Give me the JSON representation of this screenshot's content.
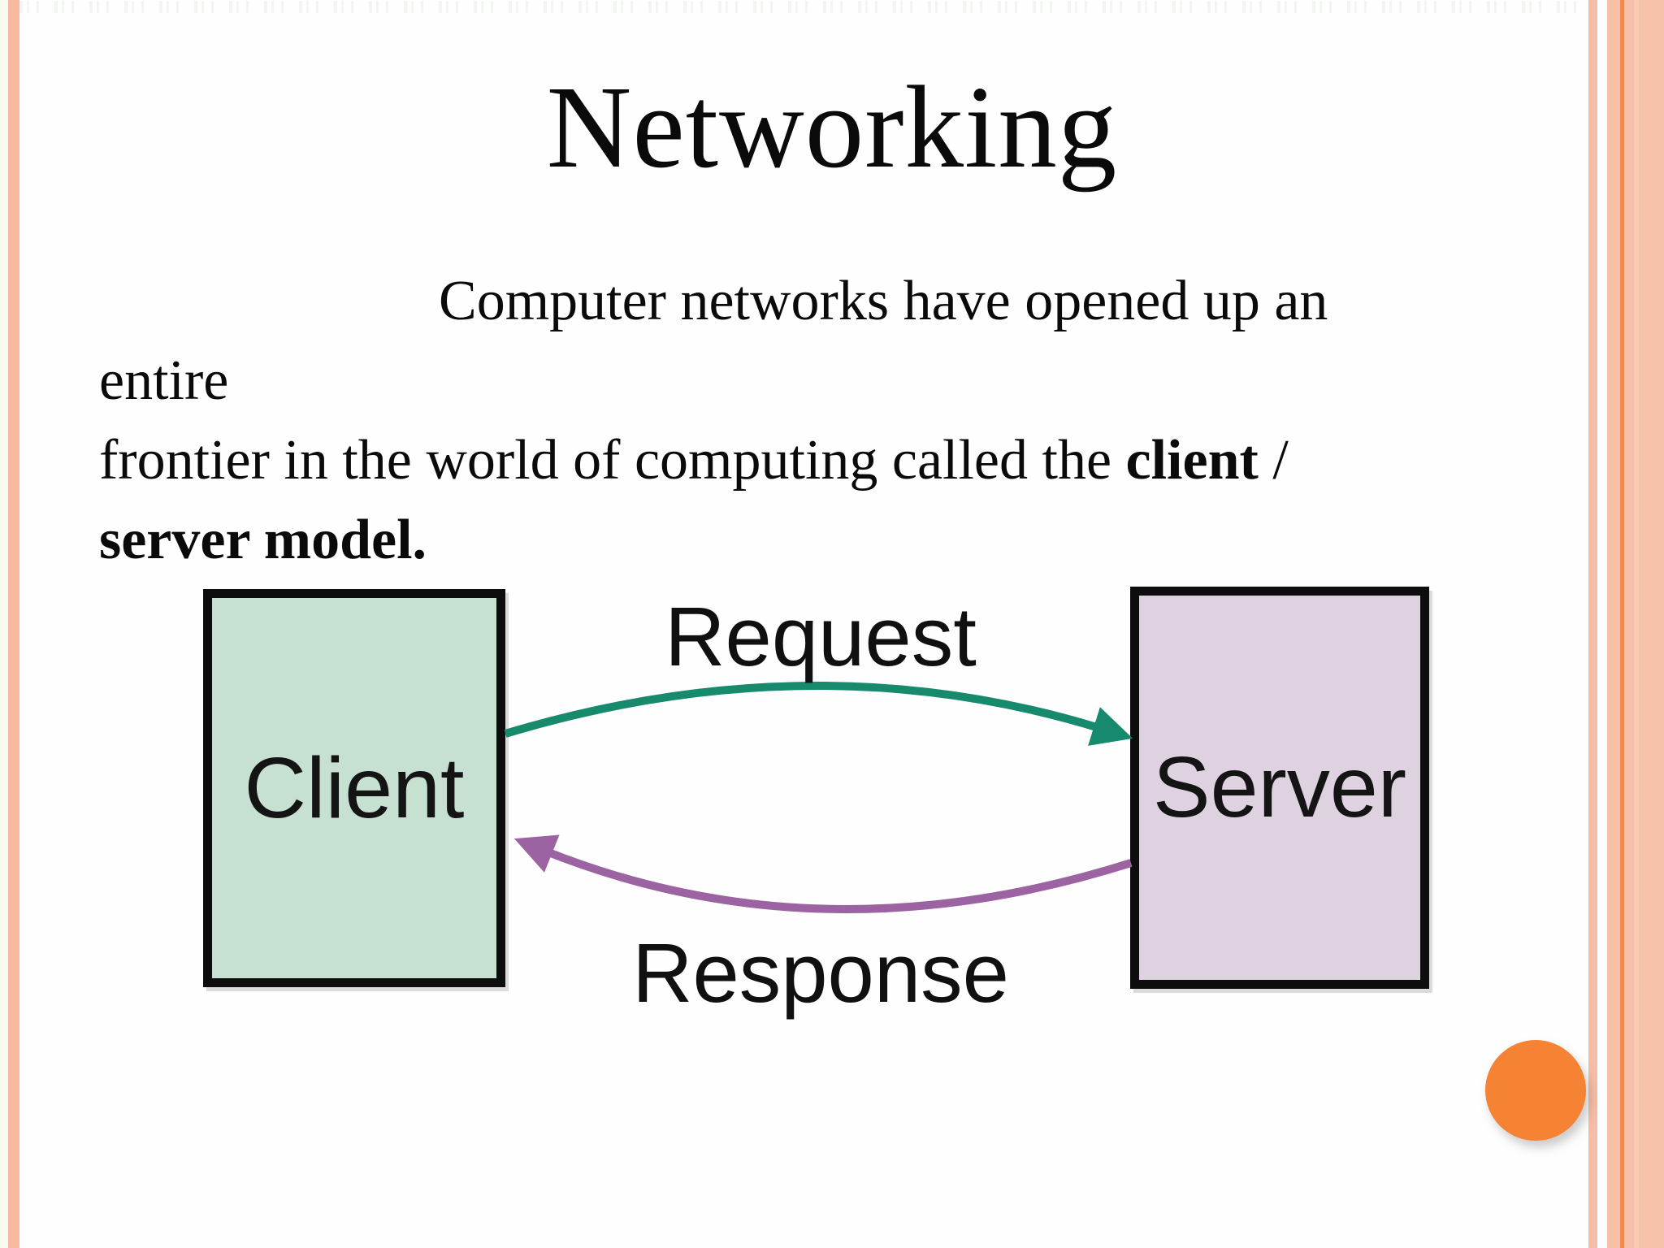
{
  "slide": {
    "title": "Networking",
    "paragraph": {
      "line1": "Computer networks have opened up an",
      "line2": "entire",
      "line3_pre": "frontier in the world of computing called the ",
      "line3_bold": "client",
      "line3_post": " /",
      "line4_bold": "server model."
    }
  },
  "diagram": {
    "client_label": "Client",
    "server_label": "Server",
    "request_label": "Request",
    "response_label": "Response",
    "colors": {
      "client_fill": "#c6e0d2",
      "server_fill": "#dfd2e0",
      "request_arrow": "#17896d",
      "response_arrow": "#9c63a2",
      "box_border": "#0d0d0d"
    }
  },
  "decorations": {
    "left_stripe_color": "#f7b9a2",
    "right_stripe_color": "#f6bca5",
    "right_band_color": "#f6c0a9",
    "right_accent_line_color": "#ef8b51",
    "circle_color": "#f68233"
  }
}
